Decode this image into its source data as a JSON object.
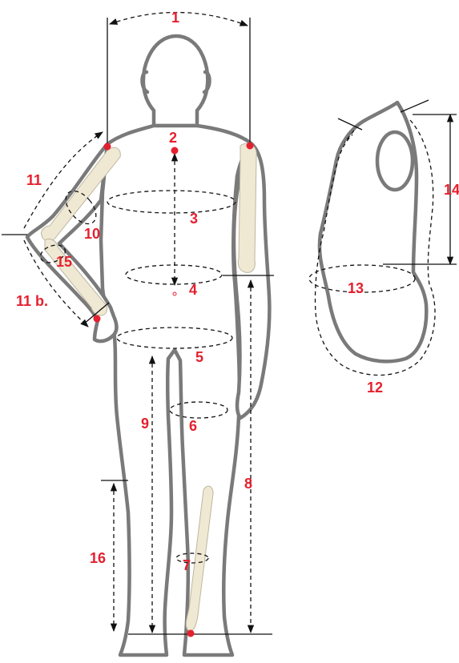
{
  "labels": {
    "m1": "1",
    "m2": "2",
    "m3": "3",
    "m4": "4",
    "m5": "5",
    "m6": "6",
    "m7": "7",
    "m8": "8",
    "m9": "9",
    "m10": "10",
    "m11": "11",
    "m11b": "11 b.",
    "m12": "12",
    "m13": "13",
    "m14": "14",
    "m15": "15",
    "m16": "16"
  },
  "colors": {
    "label": "#e5202e",
    "outline": "#7a7a7a",
    "bone": "#efe8d2",
    "guide": "#111111"
  }
}
